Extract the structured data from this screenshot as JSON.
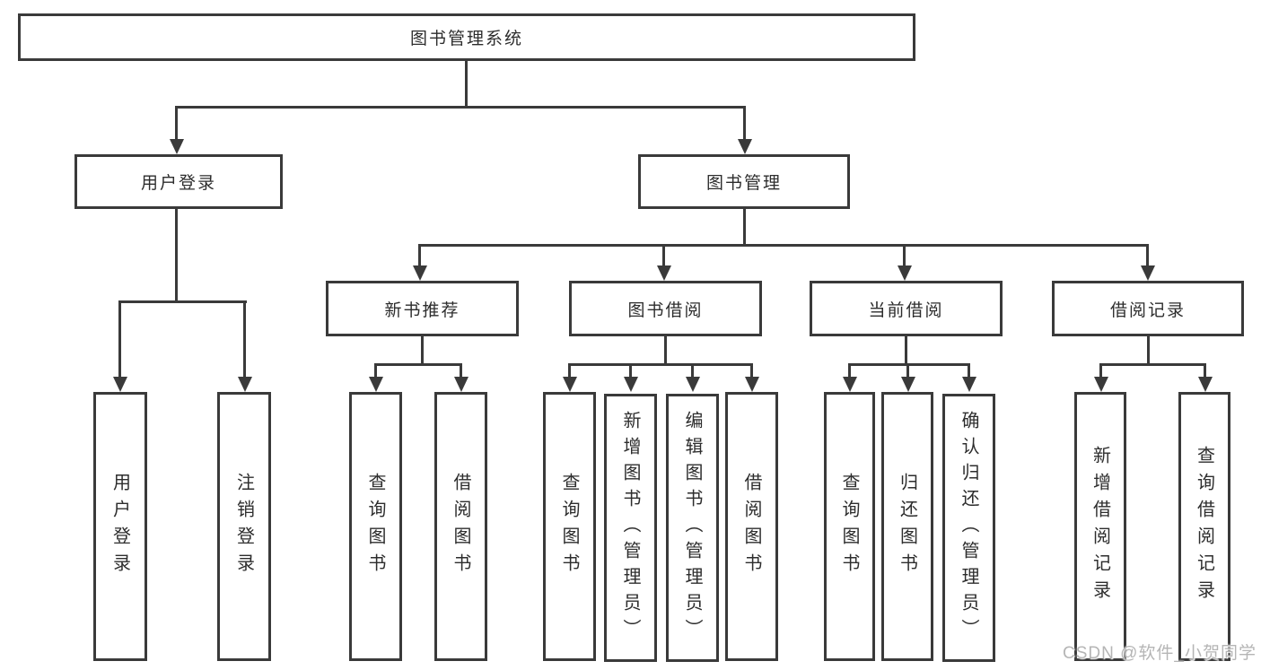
{
  "diagram": {
    "type": "hierarchy-tree",
    "colors": {
      "line": "#3a3a3a",
      "box_border": "#3a3a3a",
      "background": "#ffffff",
      "watermark": "#b5b5b5"
    },
    "watermark": "CSDN @软件_小贺同学",
    "tree": {
      "label": "图书管理系统",
      "children": [
        {
          "label": "用户登录",
          "children": [
            {
              "label": "用户登录"
            },
            {
              "label": "注销登录"
            }
          ]
        },
        {
          "label": "图书管理",
          "children": [
            {
              "label": "新书推荐",
              "children": [
                {
                  "label": "查询图书"
                },
                {
                  "label": "借阅图书"
                }
              ]
            },
            {
              "label": "图书借阅",
              "children": [
                {
                  "label": "查询图书"
                },
                {
                  "label": "新增图书（管理员）"
                },
                {
                  "label": "编辑图书（管理员）"
                },
                {
                  "label": "借阅图书"
                }
              ]
            },
            {
              "label": "当前借阅",
              "children": [
                {
                  "label": "查询图书"
                },
                {
                  "label": "归还图书"
                },
                {
                  "label": "确认归还（管理员）"
                }
              ]
            },
            {
              "label": "借阅记录",
              "children": [
                {
                  "label": "新增借阅记录"
                },
                {
                  "label": "查询借阅记录"
                }
              ]
            }
          ]
        }
      ]
    }
  }
}
